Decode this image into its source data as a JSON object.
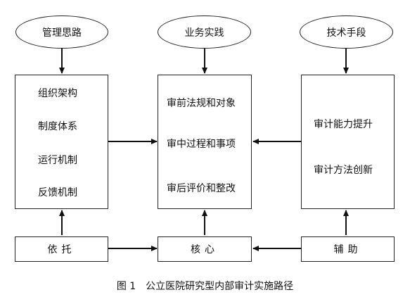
{
  "top_ellipses": {
    "left": "管理思路",
    "middle": "业务实践",
    "right": "技术手段"
  },
  "left_box": {
    "lines": [
      "组织架构",
      "制度体系",
      "运行机制",
      "反馈机制"
    ]
  },
  "middle_box": {
    "lines": [
      "审前法规和对象",
      "审中过程和事项",
      "审后评价和整改"
    ]
  },
  "right_box": {
    "lines": [
      "审计能力提升",
      "审计方法创新"
    ]
  },
  "bottom_boxes": {
    "left": "依托",
    "middle": "核心",
    "right": "辅助"
  },
  "caption": "图 1　公立医院研究型内部审计实施路径"
}
